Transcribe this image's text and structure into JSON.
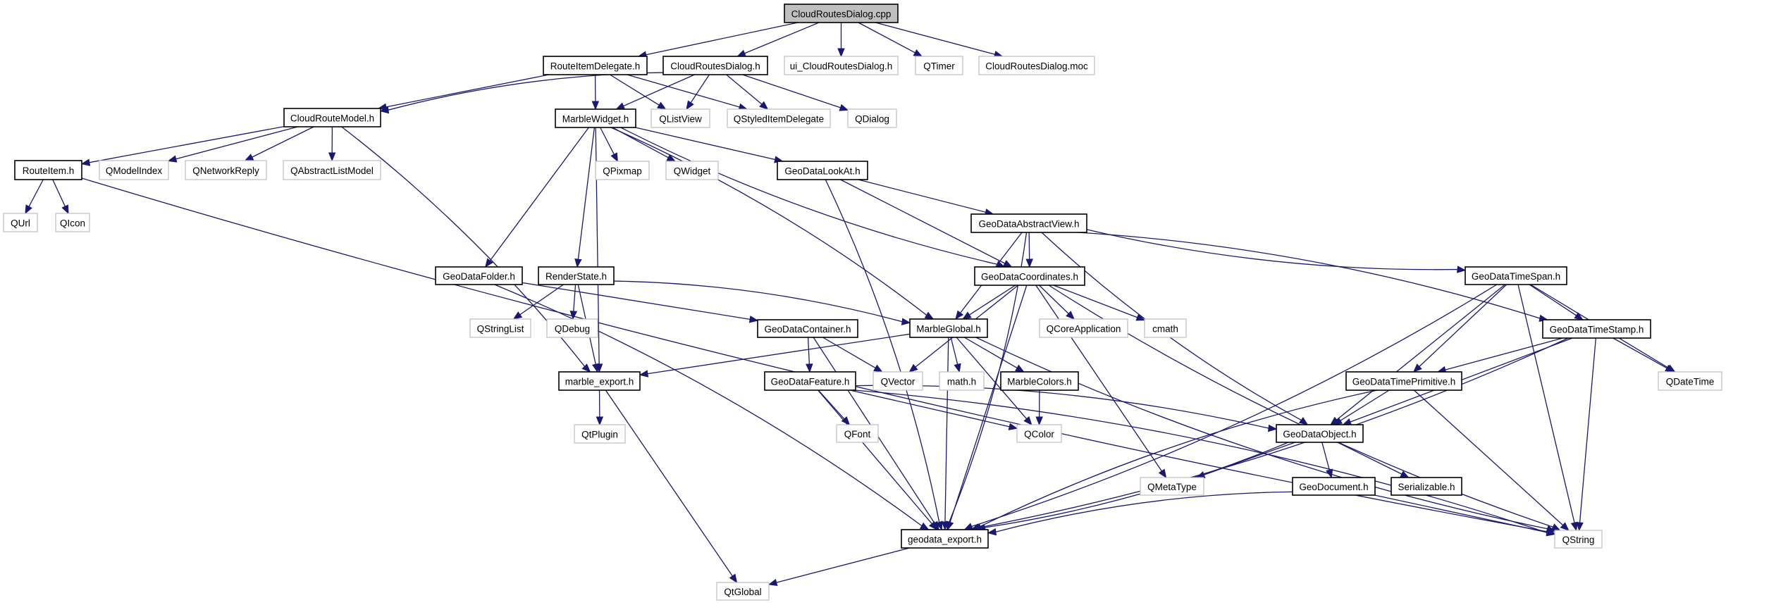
{
  "title": "CloudRoutesDialog.cpp include dependency graph",
  "colors": {
    "edge": "#191970",
    "root_fill": "#bfbfbf",
    "internal_border": "#000000",
    "external_border": "#bfbfbf"
  },
  "nodes": [
    {
      "id": "cpp",
      "label": "CloudRoutesDialog.cpp",
      "kind": "root"
    },
    {
      "id": "rid",
      "label": "RouteItemDelegate.h",
      "kind": "internal"
    },
    {
      "id": "crdh",
      "label": "CloudRoutesDialog.h",
      "kind": "internal"
    },
    {
      "id": "ui",
      "label": "ui_CloudRoutesDialog.h",
      "kind": "external"
    },
    {
      "id": "qtimer",
      "label": "QTimer",
      "kind": "external"
    },
    {
      "id": "moc",
      "label": "CloudRoutesDialog.moc",
      "kind": "external"
    },
    {
      "id": "crm",
      "label": "CloudRouteModel.h",
      "kind": "internal"
    },
    {
      "id": "mw",
      "label": "MarbleWidget.h",
      "kind": "internal"
    },
    {
      "id": "qlistview",
      "label": "QListView",
      "kind": "external"
    },
    {
      "id": "qsid",
      "label": "QStyledItemDelegate",
      "kind": "external"
    },
    {
      "id": "qdialog",
      "label": "QDialog",
      "kind": "external"
    },
    {
      "id": "ri",
      "label": "RouteItem.h",
      "kind": "internal"
    },
    {
      "id": "qmi",
      "label": "QModelIndex",
      "kind": "external"
    },
    {
      "id": "qnr",
      "label": "QNetworkReply",
      "kind": "external"
    },
    {
      "id": "qalm",
      "label": "QAbstractListModel",
      "kind": "external"
    },
    {
      "id": "qpixmap",
      "label": "QPixmap",
      "kind": "external"
    },
    {
      "id": "qwidget",
      "label": "QWidget",
      "kind": "external"
    },
    {
      "id": "lookat",
      "label": "GeoDataLookAt.h",
      "kind": "internal"
    },
    {
      "id": "qurl",
      "label": "QUrl",
      "kind": "external"
    },
    {
      "id": "qicon",
      "label": "QIcon",
      "kind": "external"
    },
    {
      "id": "absview",
      "label": "GeoDataAbstractView.h",
      "kind": "internal"
    },
    {
      "id": "folder",
      "label": "GeoDataFolder.h",
      "kind": "internal"
    },
    {
      "id": "render",
      "label": "RenderState.h",
      "kind": "internal"
    },
    {
      "id": "coords",
      "label": "GeoDataCoordinates.h",
      "kind": "internal"
    },
    {
      "id": "timespan",
      "label": "GeoDataTimeSpan.h",
      "kind": "internal"
    },
    {
      "id": "qstringlist",
      "label": "QStringList",
      "kind": "external"
    },
    {
      "id": "qdebug",
      "label": "QDebug",
      "kind": "external"
    },
    {
      "id": "container",
      "label": "GeoDataContainer.h",
      "kind": "internal"
    },
    {
      "id": "mglobal",
      "label": "MarbleGlobal.h",
      "kind": "internal"
    },
    {
      "id": "qcoreapp",
      "label": "QCoreApplication",
      "kind": "external"
    },
    {
      "id": "cmath",
      "label": "cmath",
      "kind": "external"
    },
    {
      "id": "timestamp",
      "label": "GeoDataTimeStamp.h",
      "kind": "internal"
    },
    {
      "id": "mexport",
      "label": "marble_export.h",
      "kind": "internal"
    },
    {
      "id": "feature",
      "label": "GeoDataFeature.h",
      "kind": "internal"
    },
    {
      "id": "qvector",
      "label": "QVector",
      "kind": "external"
    },
    {
      "id": "mathh",
      "label": "math.h",
      "kind": "external"
    },
    {
      "id": "mcolors",
      "label": "MarbleColors.h",
      "kind": "internal"
    },
    {
      "id": "timeprim",
      "label": "GeoDataTimePrimitive.h",
      "kind": "internal"
    },
    {
      "id": "qdatetime",
      "label": "QDateTime",
      "kind": "external"
    },
    {
      "id": "qtplugin",
      "label": "QtPlugin",
      "kind": "external"
    },
    {
      "id": "qfont",
      "label": "QFont",
      "kind": "external"
    },
    {
      "id": "qcolor",
      "label": "QColor",
      "kind": "external"
    },
    {
      "id": "object",
      "label": "GeoDataObject.h",
      "kind": "internal"
    },
    {
      "id": "qmetatype",
      "label": "QMetaType",
      "kind": "external"
    },
    {
      "id": "document",
      "label": "GeoDocument.h",
      "kind": "internal"
    },
    {
      "id": "serial",
      "label": "Serializable.h",
      "kind": "internal"
    },
    {
      "id": "gexport",
      "label": "geodata_export.h",
      "kind": "internal"
    },
    {
      "id": "qstring",
      "label": "QString",
      "kind": "external"
    },
    {
      "id": "qtglobal",
      "label": "QtGlobal",
      "kind": "external"
    }
  ],
  "edges": [
    [
      "cpp",
      "rid"
    ],
    [
      "cpp",
      "crdh"
    ],
    [
      "cpp",
      "ui"
    ],
    [
      "cpp",
      "qtimer"
    ],
    [
      "cpp",
      "moc"
    ],
    [
      "rid",
      "crm"
    ],
    [
      "rid",
      "mw"
    ],
    [
      "rid",
      "qlistview"
    ],
    [
      "rid",
      "qsid"
    ],
    [
      "crdh",
      "crm"
    ],
    [
      "crdh",
      "mw"
    ],
    [
      "crdh",
      "qlistview"
    ],
    [
      "crdh",
      "qsid"
    ],
    [
      "crdh",
      "qdialog"
    ],
    [
      "crm",
      "ri"
    ],
    [
      "crm",
      "qmi"
    ],
    [
      "crm",
      "qnr"
    ],
    [
      "crm",
      "qalm"
    ],
    [
      "crm",
      "mexport"
    ],
    [
      "ri",
      "qurl"
    ],
    [
      "ri",
      "qicon"
    ],
    [
      "ri",
      "qstring"
    ],
    [
      "mw",
      "qpixmap"
    ],
    [
      "mw",
      "qwidget"
    ],
    [
      "mw",
      "lookat"
    ],
    [
      "mw",
      "folder"
    ],
    [
      "mw",
      "render"
    ],
    [
      "mw",
      "mexport"
    ],
    [
      "mw",
      "mglobal"
    ],
    [
      "mw",
      "coords"
    ],
    [
      "lookat",
      "absview"
    ],
    [
      "lookat",
      "coords"
    ],
    [
      "lookat",
      "gexport"
    ],
    [
      "absview",
      "coords"
    ],
    [
      "absview",
      "mglobal"
    ],
    [
      "absview",
      "timespan"
    ],
    [
      "absview",
      "timestamp"
    ],
    [
      "absview",
      "object"
    ],
    [
      "absview",
      "gexport"
    ],
    [
      "folder",
      "container"
    ],
    [
      "folder",
      "gexport"
    ],
    [
      "render",
      "qstringlist"
    ],
    [
      "render",
      "qdebug"
    ],
    [
      "render",
      "mexport"
    ],
    [
      "render",
      "mglobal"
    ],
    [
      "coords",
      "mglobal"
    ],
    [
      "coords",
      "qcoreapp"
    ],
    [
      "coords",
      "cmath"
    ],
    [
      "coords",
      "qvector"
    ],
    [
      "coords",
      "qmetatype"
    ],
    [
      "coords",
      "gexport"
    ],
    [
      "coords",
      "qstring"
    ],
    [
      "timespan",
      "timestamp"
    ],
    [
      "timespan",
      "timeprim"
    ],
    [
      "timespan",
      "qdatetime"
    ],
    [
      "timespan",
      "object"
    ],
    [
      "timespan",
      "gexport"
    ],
    [
      "timespan",
      "qstring"
    ],
    [
      "container",
      "feature"
    ],
    [
      "container",
      "qvector"
    ],
    [
      "container",
      "gexport"
    ],
    [
      "mglobal",
      "mexport"
    ],
    [
      "mglobal",
      "mathh"
    ],
    [
      "mglobal",
      "mcolors"
    ],
    [
      "mglobal",
      "qcolor"
    ],
    [
      "mglobal",
      "qstring"
    ],
    [
      "mglobal",
      "gexport"
    ],
    [
      "timestamp",
      "timeprim"
    ],
    [
      "timestamp",
      "qdatetime"
    ],
    [
      "timestamp",
      "object"
    ],
    [
      "timestamp",
      "gexport"
    ],
    [
      "timestamp",
      "qstring"
    ],
    [
      "mexport",
      "qtplugin"
    ],
    [
      "mexport",
      "qtglobal"
    ],
    [
      "feature",
      "qfont"
    ],
    [
      "feature",
      "qcolor"
    ],
    [
      "feature",
      "object"
    ],
    [
      "feature",
      "gexport"
    ],
    [
      "feature",
      "qstring"
    ],
    [
      "mcolors",
      "qcolor"
    ],
    [
      "timeprim",
      "object"
    ],
    [
      "timeprim",
      "gexport"
    ],
    [
      "timeprim",
      "qstring"
    ],
    [
      "object",
      "qmetatype"
    ],
    [
      "object",
      "document"
    ],
    [
      "object",
      "serial"
    ],
    [
      "object",
      "gexport"
    ],
    [
      "document",
      "gexport"
    ],
    [
      "document",
      "qstring"
    ],
    [
      "gexport",
      "qtglobal"
    ]
  ]
}
